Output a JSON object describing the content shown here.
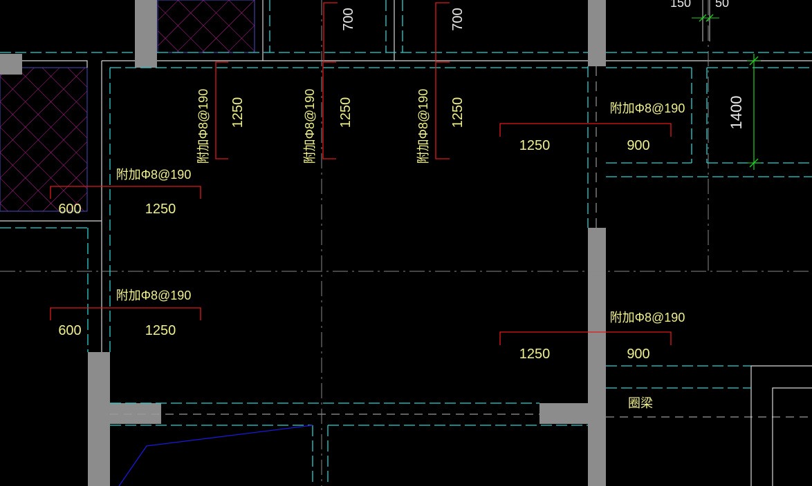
{
  "colors": {
    "background": "#000000",
    "wall": "#8c8c8c",
    "cyan": "#2fd2d2",
    "gray_line": "#9a9a9a",
    "white_line": "#d9d9d9",
    "rebar": "#e01818",
    "text": "#f0f08c",
    "text_white": "#e8e8e8",
    "dim_green": "#22d022",
    "hatch": "#c0209a",
    "blue": "#1a1ad8"
  },
  "labels": {
    "top_dim_150": "150",
    "top_dim_50": "50",
    "dim_700_a": "700",
    "dim_700_b": "700",
    "dim_1400": "1400",
    "rebar_spec": "附加Φ8@190",
    "ring_beam": "圈梁"
  },
  "rebars": {
    "v1": {
      "spec": "附加Φ8@190",
      "len": "1250"
    },
    "v2": {
      "spec": "附加Φ8@190",
      "len": "1250"
    },
    "v3": {
      "spec": "附加Φ8@190",
      "len": "1250"
    },
    "h_left_top": {
      "spec": "附加Φ8@190",
      "left": "600",
      "right": "1250"
    },
    "h_left_bottom": {
      "spec": "附加Φ8@190",
      "left": "600",
      "right": "1250"
    },
    "h_right_top": {
      "spec": "附加Φ8@190",
      "left": "1250",
      "right": "900"
    },
    "h_right_bottom": {
      "spec": "附加Φ8@190",
      "left": "1250",
      "right": "900"
    }
  }
}
